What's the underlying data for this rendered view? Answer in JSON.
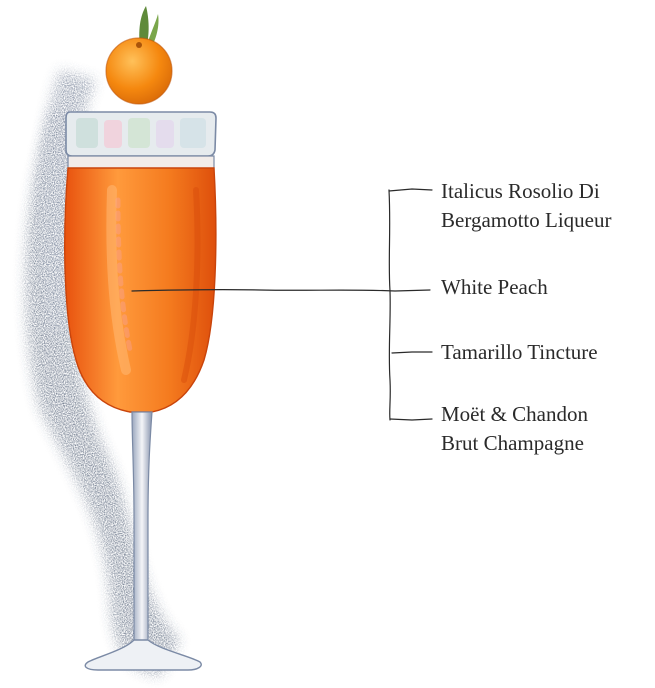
{
  "ingredients": [
    {
      "line1": "Italicus Rosolio Di",
      "line2": "Bergamotto Liqueur"
    },
    {
      "line1": "White Peach",
      "line2": ""
    },
    {
      "line1": "Tamarillo Tincture",
      "line2": ""
    },
    {
      "line1": "Moët & Chandon",
      "line2": "Brut Champagne"
    }
  ],
  "colors": {
    "drink": "#f47a1e",
    "drink_dark": "#e35a10",
    "drink_light": "#ffa24a",
    "garnish": "#f58a14",
    "leaf": "#5f8a3a",
    "glass_outline": "#7b8aa5",
    "shadow": "#3f5068",
    "line": "#2a2a2a"
  },
  "icons": [
    "flute-glass-illustration",
    "kumquat-garnish-icon",
    "leaf-icon",
    "tree-connector"
  ]
}
